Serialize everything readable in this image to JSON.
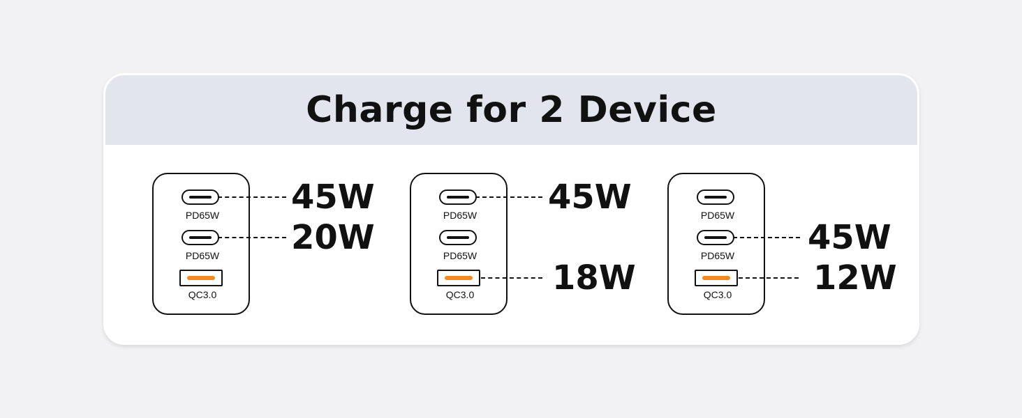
{
  "title": "Charge for 2 Device",
  "port_labels": {
    "usb_c": "PD65W",
    "usb_a": "QC3.0"
  },
  "colors": {
    "usb_a_accent": "#f28a22",
    "header_bg": "#e2e5ed"
  },
  "configs": [
    {
      "c1_watt": "45W",
      "c2_watt": "20W",
      "a_watt": ""
    },
    {
      "c1_watt": "45W",
      "c2_watt": "",
      "a_watt": "18W"
    },
    {
      "c1_watt": "",
      "c2_watt": "45W",
      "a_watt": "12W"
    }
  ]
}
